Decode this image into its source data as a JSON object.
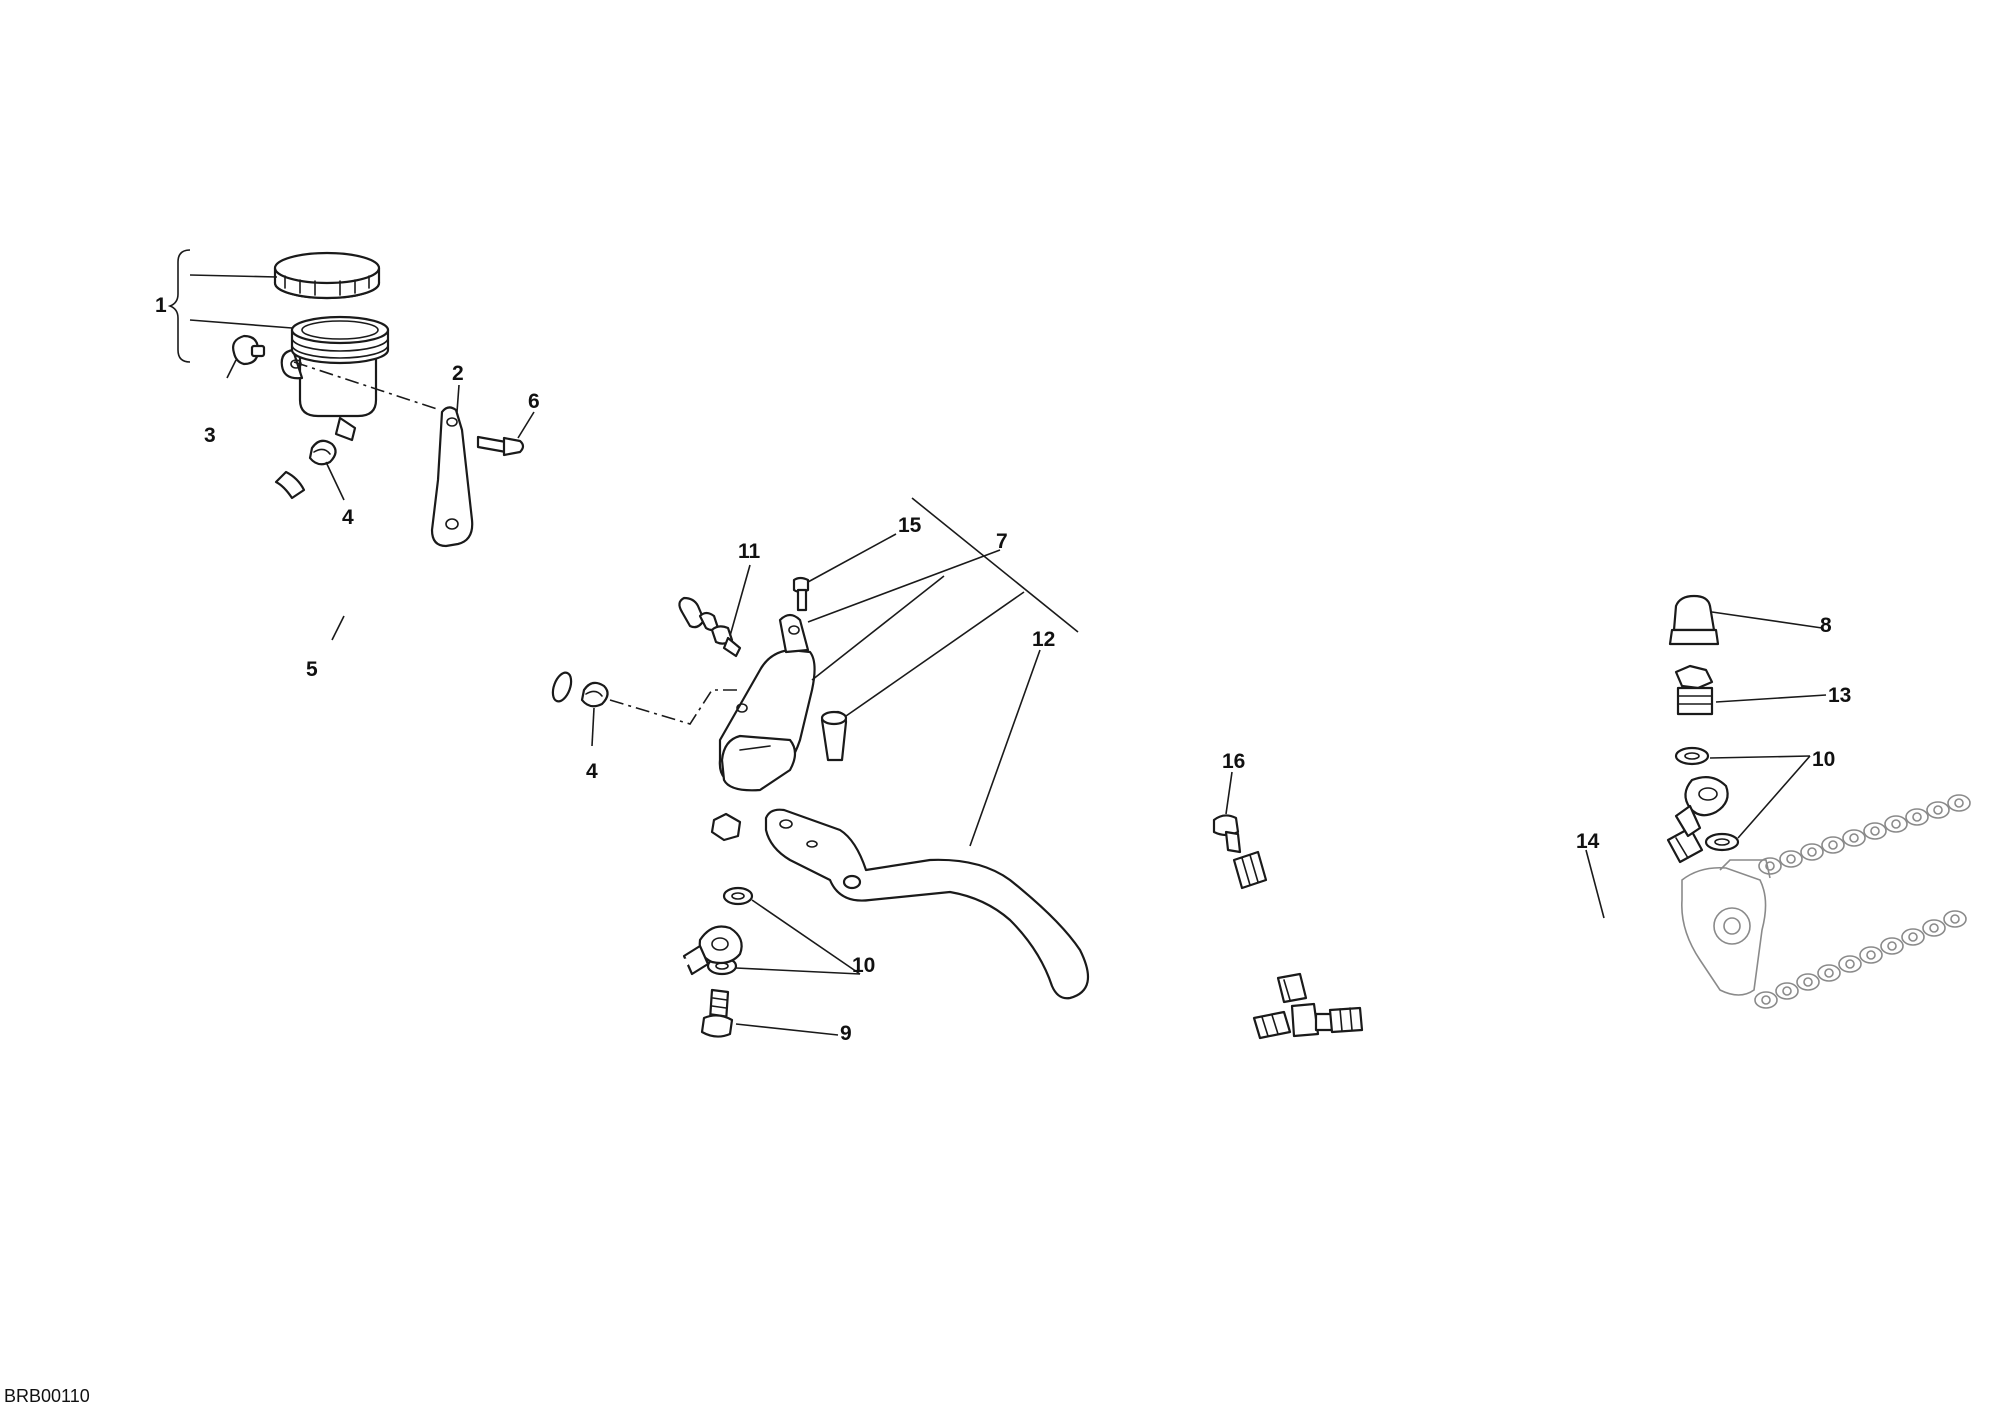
{
  "drawing_code": "BRB00110",
  "callouts": [
    {
      "id": "c1",
      "label": "1"
    },
    {
      "id": "c2",
      "label": "2"
    },
    {
      "id": "c3",
      "label": "3"
    },
    {
      "id": "c4a",
      "label": "4"
    },
    {
      "id": "c4b",
      "label": "4"
    },
    {
      "id": "c5",
      "label": "5"
    },
    {
      "id": "c6",
      "label": "6"
    },
    {
      "id": "c7",
      "label": "7"
    },
    {
      "id": "c8",
      "label": "8"
    },
    {
      "id": "c9",
      "label": "9"
    },
    {
      "id": "c10a",
      "label": "10"
    },
    {
      "id": "c10b",
      "label": "10"
    },
    {
      "id": "c11",
      "label": "11"
    },
    {
      "id": "c12",
      "label": "12"
    },
    {
      "id": "c13",
      "label": "13"
    },
    {
      "id": "c14",
      "label": "14"
    },
    {
      "id": "c15",
      "label": "15"
    },
    {
      "id": "c16",
      "label": "16"
    }
  ]
}
